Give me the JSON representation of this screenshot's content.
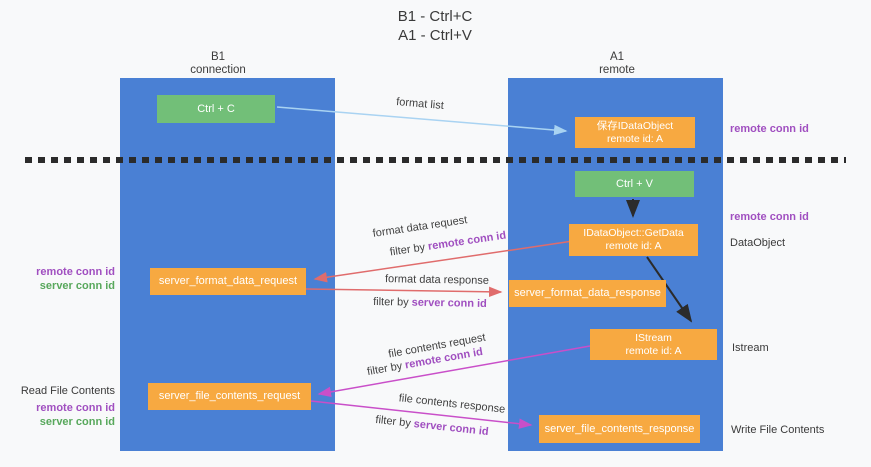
{
  "title": {
    "line1": "B1 - Ctrl+C",
    "line2": "A1 - Ctrl+V"
  },
  "columns": {
    "left": {
      "name": "B1",
      "subtitle": "connection"
    },
    "right": {
      "name": "A1",
      "subtitle": "remote"
    }
  },
  "nodes": {
    "ctrl_c": {
      "label": "Ctrl + C"
    },
    "save_dataobject": {
      "line1": "保存IDataObject",
      "line2": "remote id: A"
    },
    "ctrl_v": {
      "label": "Ctrl + V"
    },
    "getdata": {
      "line1": "IDataObject::GetData",
      "line2": "remote id: A"
    },
    "format_request": {
      "label": "server_format_data_request"
    },
    "format_response": {
      "label": "server_format_data_response"
    },
    "istream": {
      "line1": "IStream",
      "line2": "remote id: A"
    },
    "file_request": {
      "label": "server_file_contents_request"
    },
    "file_response": {
      "label": "server_file_contents_response"
    }
  },
  "arrow_labels": {
    "format_list": "format list",
    "format_data_request": "format data request",
    "format_data_response": "format data response",
    "file_contents_request": "file contents request",
    "file_contents_response": "file contents response",
    "filter_by": "filter by",
    "remote_conn_id": "remote conn id",
    "server_conn_id": "server conn id"
  },
  "side_labels": {
    "remote_conn_id_right_top": "remote conn id",
    "remote_conn_id_right_mid": "remote conn id",
    "dataobject": "DataObject",
    "istream": "Istream",
    "write_file_contents": "Write File Contents",
    "remote_conn_id_left_1": "remote conn id",
    "server_conn_id_left_1": "server conn id",
    "read_file_contents": "Read File Contents",
    "remote_conn_id_left_2": "remote conn id",
    "server_conn_id_left_2": "server conn id"
  },
  "colors": {
    "lifeline_blue": "#4a80d4",
    "node_green": "#72bf78",
    "node_orange": "#f7a941",
    "arrow_red": "#e06c6c",
    "arrow_magenta": "#c94fc9",
    "arrow_lightblue": "#a9d3f2",
    "text_purple": "#a04fc0",
    "text_green": "#58a85c"
  }
}
